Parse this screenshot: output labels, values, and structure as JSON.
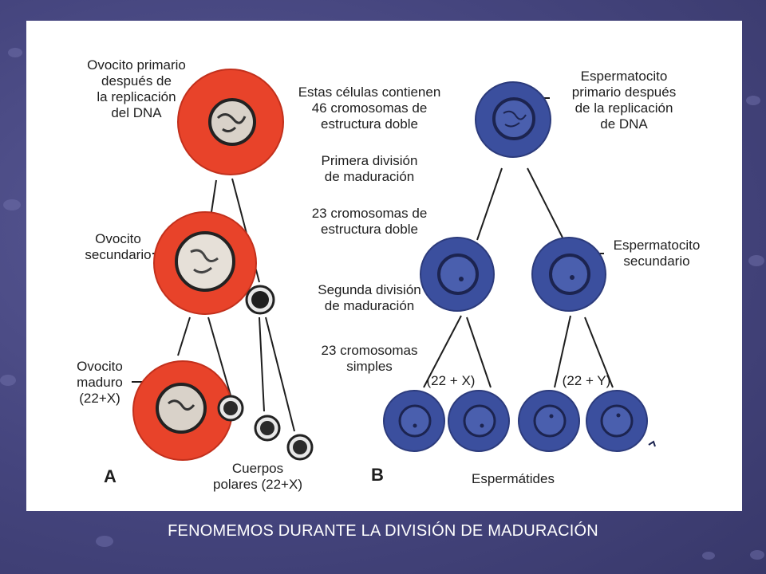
{
  "colors": {
    "background": "#45457e",
    "oocyte_fill": "#e8432a",
    "sperm_fill": "#3b4f9e",
    "polar_body": "#2a2a2a"
  },
  "labels": {
    "a_primary": "Ovocito primario\ndespués de\nla replicación\ndel DNA",
    "a_secondary": "Ovocito\nsecundario",
    "a_mature": "Ovocito\nmaduro\n(22+X)",
    "a_polar": "Cuerpos\npolares (22+X)",
    "a_letter": "A",
    "center_1": "Estas células contienen\n46 cromosomas de\nestructura doble",
    "center_2": "Primera división\nde maduración",
    "center_3": "23 cromosomas de\nestructura doble",
    "center_4": "Segunda división\nde maduración",
    "center_5": "23 cromosomas\nsimples",
    "b_primary": "Espermatocito\nprimario después\nde la replicación\nde DNA",
    "b_secondary": "Espermatocito\nsecundario",
    "b_x": "(22 + X)",
    "b_y": "(22 + Y)",
    "b_spermatids": "Espermátides",
    "b_letter": "B"
  },
  "caption": "FENOMEMOS DURANTE LA DIVISIÓN DE MADURACIÓN"
}
